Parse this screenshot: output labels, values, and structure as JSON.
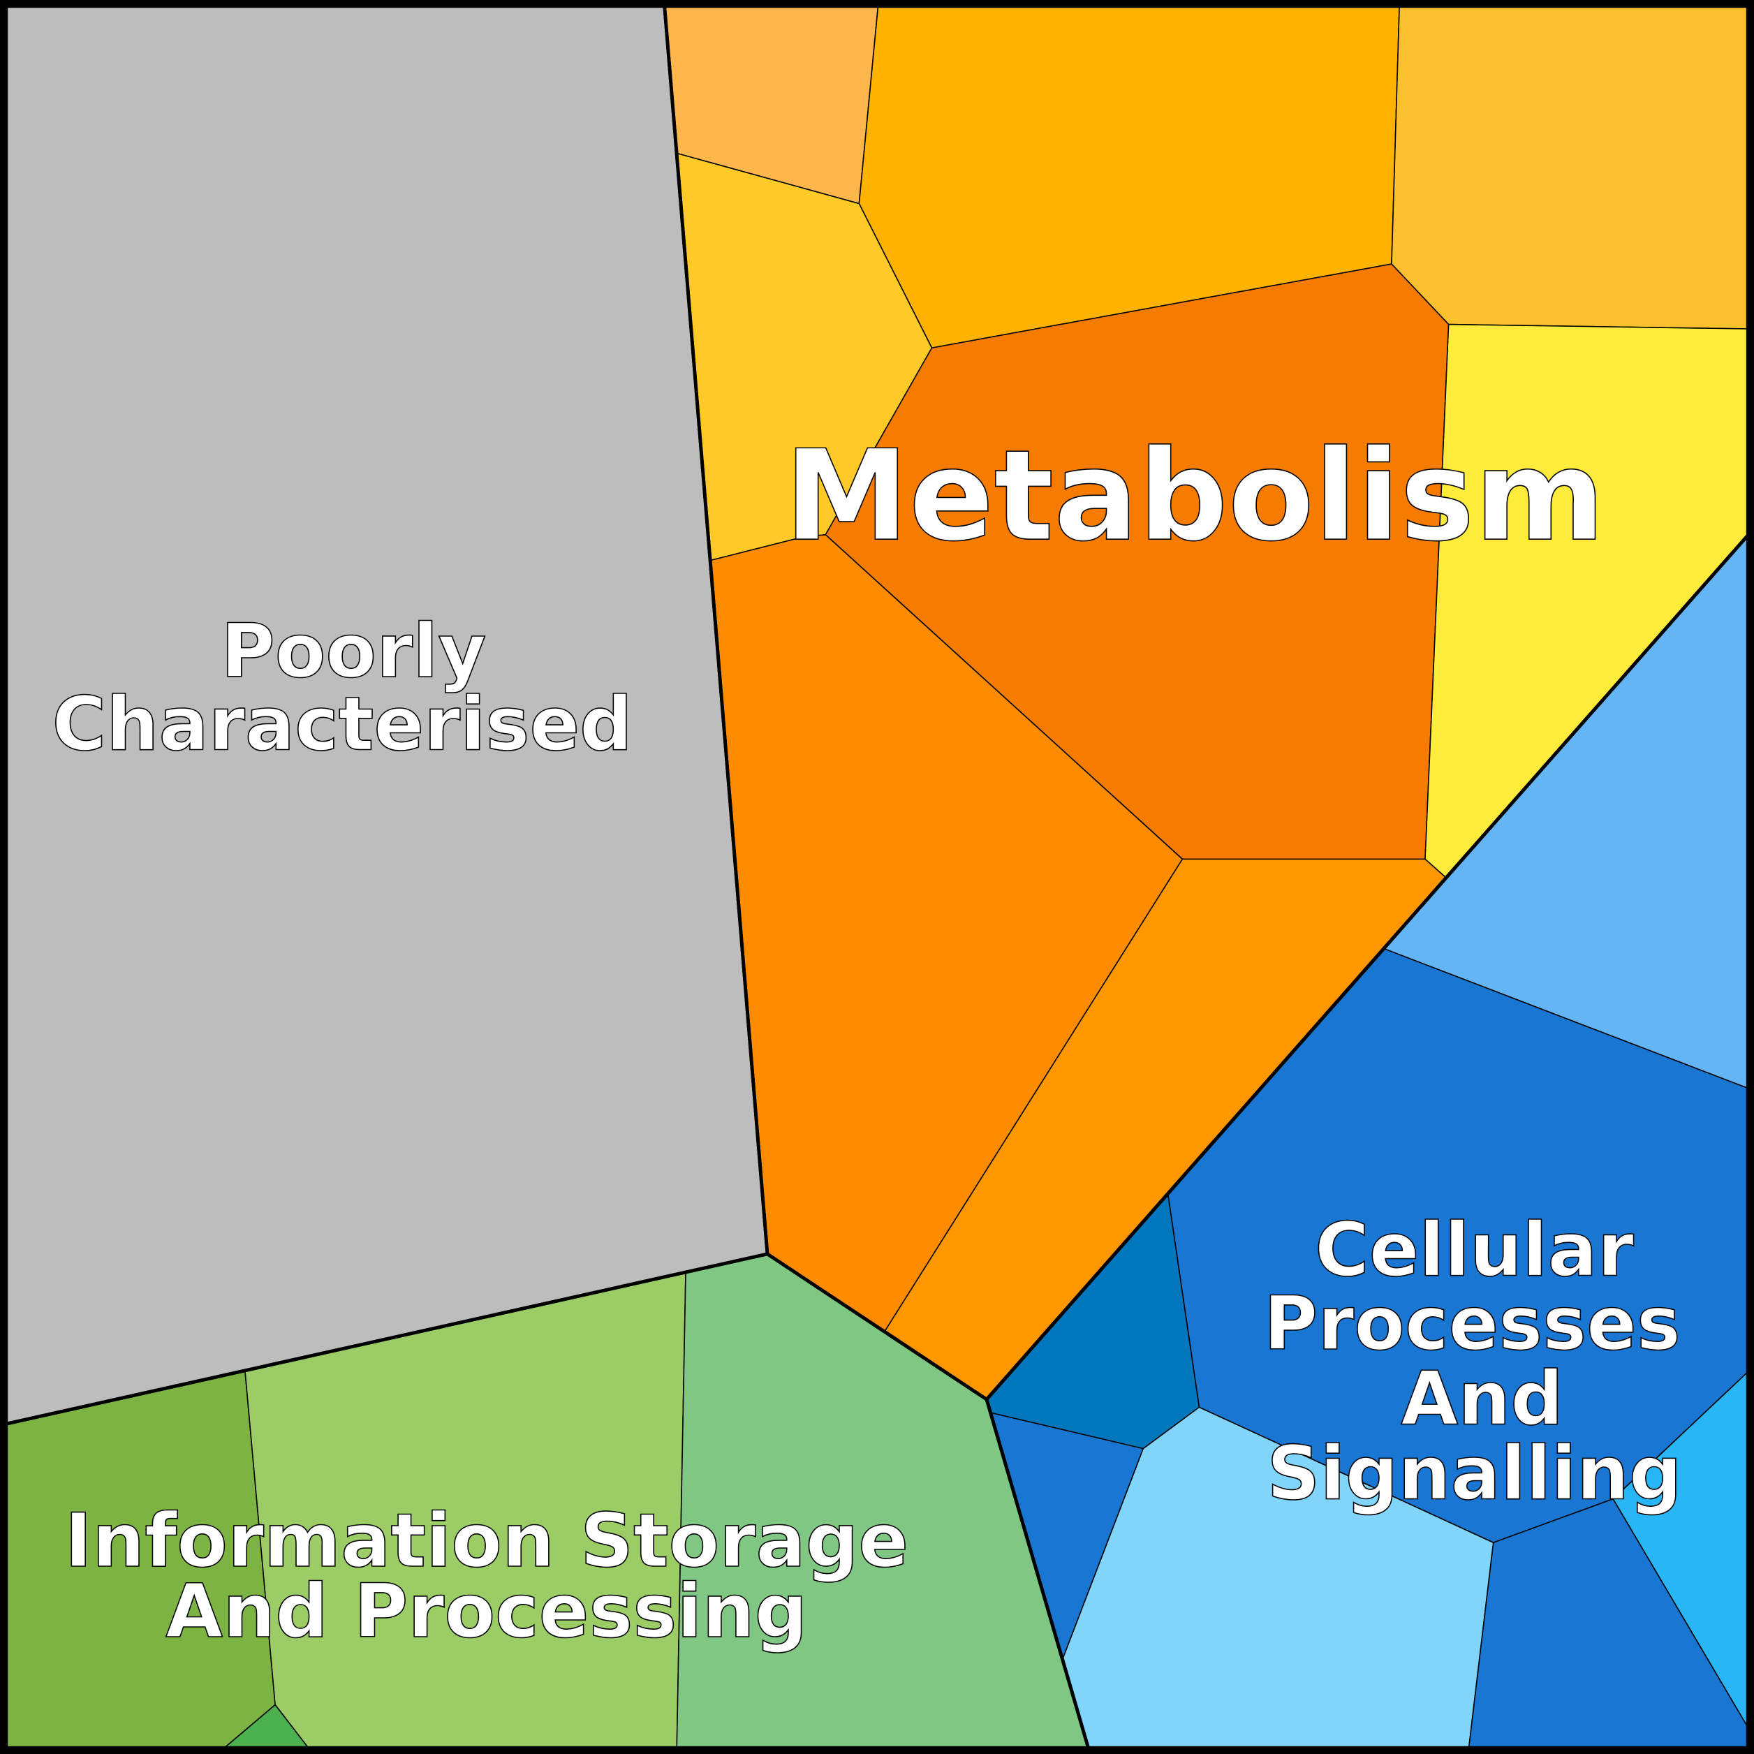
{
  "title": "Voronoi treemap of functional categories",
  "groups": {
    "poorly": {
      "label_lines": [
        "Poorly",
        "Characterised"
      ],
      "color": "#BDBDBD"
    },
    "metabolism": {
      "label_lines": [
        "Metabolism"
      ]
    },
    "cellular": {
      "label_lines": [
        "Cellular",
        "Processes",
        "And",
        "Signalling"
      ]
    },
    "information": {
      "label_lines": [
        "Information Storage",
        "And Processing"
      ]
    }
  },
  "cells": {
    "m1": "#FFB74D",
    "m2": "#FFB300",
    "m3": "#FBC02D",
    "m4": "#FFCA28",
    "m5": "#F57C00",
    "m6": "#FFEB3B",
    "m7": "#FF8C00",
    "m8": "#FF9800",
    "c1": "#64B5F6",
    "c2": "#1976D2",
    "c3": "#0277BD",
    "c4": "#1976D2",
    "c5": "#81D4FA",
    "c6": "#29B6F6",
    "c7": "#1976D2",
    "i1": "#7CB342",
    "i2": "#9CCC65",
    "i3": "#4CAF50",
    "i4": "#81C784"
  }
}
